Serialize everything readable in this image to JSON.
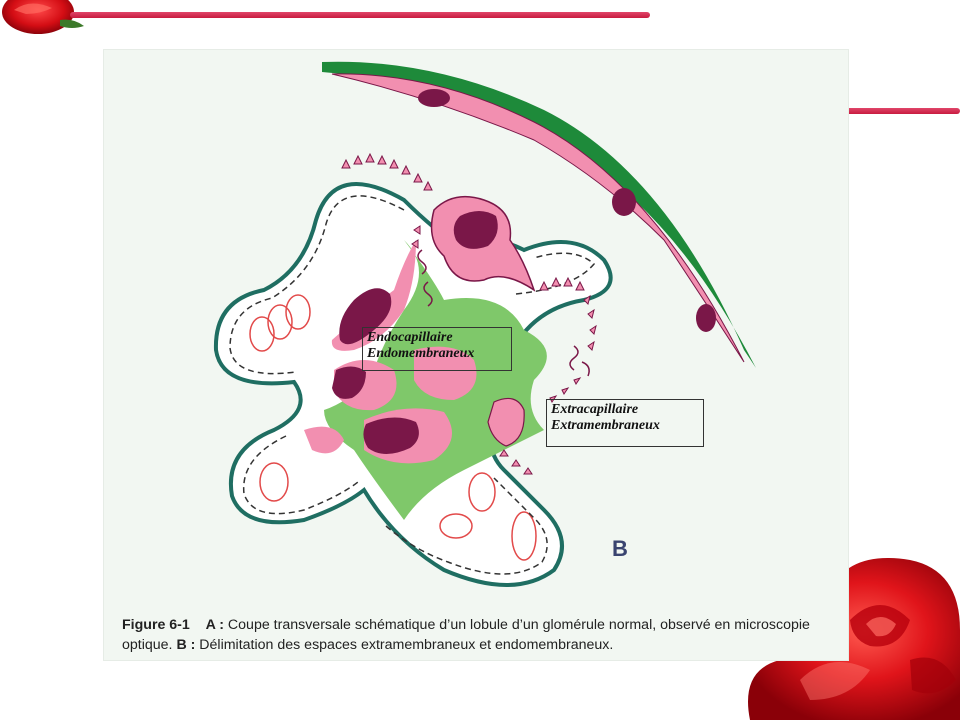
{
  "labels": {
    "endo_line1": "Endocapillaire",
    "endo_line2": "Endomembraneux",
    "extra_line1": "Extracapillaire",
    "extra_line2": "Extramembraneux",
    "panel_letter": "B"
  },
  "caption": {
    "lead": "Figure 6-1",
    "a_label": "A :",
    "a_text": " Coupe transversale schématique d’un lobule d’un glomérule normal, observé en microscopie optique. ",
    "b_label": "B :",
    "b_text": " Délimitation des espaces extramembraneux et endomembraneux."
  },
  "colors": {
    "accent_red": "#c81b3f",
    "mesangium_green": "#7fc86a",
    "cell_pink": "#f28fb0",
    "nucleus_purple": "#7a1748",
    "membrane_teal": "#1f6e62",
    "bowman_green": "#1e8a3a"
  }
}
